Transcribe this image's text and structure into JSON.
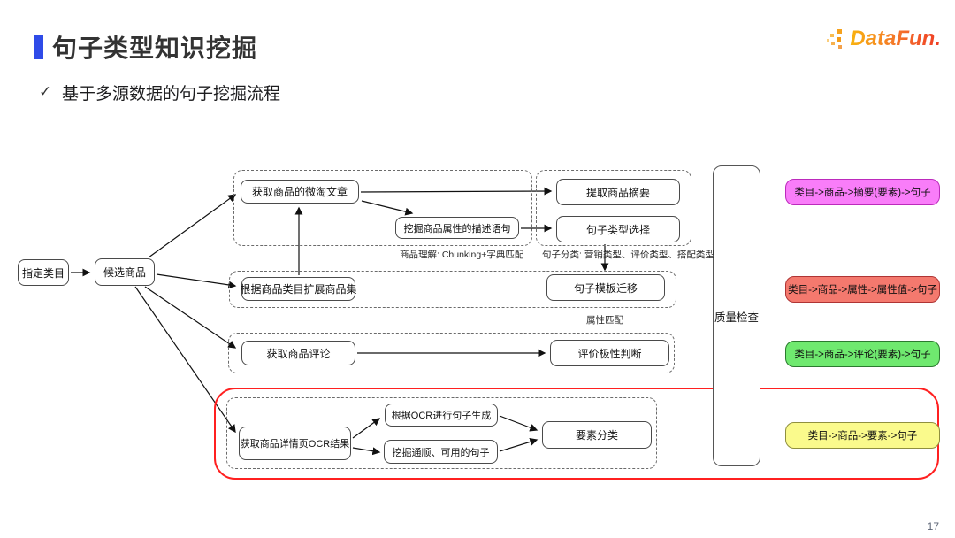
{
  "header": {
    "title": "句子类型知识挖掘",
    "bullet_check": "✓",
    "bullet": "基于多源数据的句子挖掘流程",
    "logo_text": "DataFun.",
    "accent_color": "#2F4BE8",
    "logo_orange": "#F4712B"
  },
  "flowchart": {
    "nodes": {
      "specify_category": "指定类目",
      "candidate_products": "候选商品",
      "get_weitao_articles": "获取商品的微淘文章",
      "mine_attribute_sentences": "挖掘商品属性的描述语句",
      "extract_summary": "提取商品摘要",
      "sentence_type_select": "句子类型选择",
      "expand_product_set": "根据商品类目扩展商品集",
      "template_transfer": "句子模板迁移",
      "get_reviews": "获取商品评论",
      "polarity_judge": "评价极性判断",
      "get_ocr": "获取商品详情页OCR结果",
      "ocr_generate": "根据OCR进行句子生成",
      "mine_fluent": "挖掘通顺、可用的句子",
      "element_classify": "要素分类",
      "quality_check": "质量检查"
    },
    "annotations": {
      "product_understanding": "商品理解: Chunking+字典匹配",
      "sentence_classification": "句子分类: 营销类型、评价类型、搭配类型",
      "attribute_matching": "属性匹配"
    },
    "outputs": {
      "summary": {
        "label": "类目->商品->摘要(要素)->句子",
        "fill": "#F97DF9",
        "border": "#BC2ABC"
      },
      "attribute": {
        "label": "类目->商品->属性->属性值->句子",
        "fill": "#F4796E",
        "border": "#AF3434"
      },
      "review": {
        "label": "类目->商品->评论(要素)->句子",
        "fill": "#6FE96F",
        "border": "#2B7A2F"
      },
      "element": {
        "label": "类目->商品->要素->句子",
        "fill": "#FAFA8C",
        "border": "#8F8F3F"
      }
    },
    "highlight_color": "#FF2020"
  },
  "footer": {
    "page_number": "17"
  }
}
